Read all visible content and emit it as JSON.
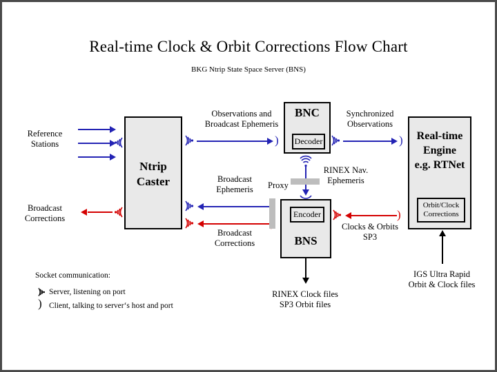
{
  "title": "Real-time Clock & Orbit Corrections Flow Chart",
  "subtitle": "BKG Ntrip State Space Server  (BNS)",
  "colors": {
    "blue": "#2323b4",
    "red": "#d40000",
    "black": "#000000",
    "box_fill": "#e9e9e9",
    "proxy_gray": "#bdbdbd",
    "frame": "#4a4a4a"
  },
  "boxes": {
    "ntrip_caster": {
      "line1": "Ntrip",
      "line2": "Caster"
    },
    "bnc": {
      "title": "BNC",
      "inner": "Decoder"
    },
    "bns": {
      "title": "BNS",
      "inner": "Encoder"
    },
    "rt_engine": {
      "line1": "Real-time",
      "line2": "Engine",
      "line3": "e.g. RTNet",
      "inner_line1": "Orbit/Clock",
      "inner_line2": "Corrections"
    }
  },
  "labels": {
    "reference_stations": {
      "line1": "Reference",
      "line2": "Stations"
    },
    "broadcast_corrections_left": {
      "line1": "Broadcast",
      "line2": "Corrections"
    },
    "observations_and_ephemeris": {
      "line1": "Observations and",
      "line2": "Broadcast Ephemeris"
    },
    "synchronized_observations": {
      "line1": "Synchronized",
      "line2": "Observations"
    },
    "broadcast_ephemeris": {
      "line1": "Broadcast",
      "line2": "Ephemeris"
    },
    "broadcast_corrections_mid": {
      "line1": "Broadcast",
      "line2": "Corrections"
    },
    "proxy": "Proxy",
    "rinex_nav_ephemeris": {
      "line1": "RINEX Nav.",
      "line2": "Ephemeris"
    },
    "clocks_orbits_sp3": {
      "line1": "Clocks & Orbits",
      "line2": "SP3"
    },
    "rinex_clock_files": {
      "line1": "RINEX Clock files",
      "line2": "SP3 Orbit files"
    },
    "igs_ultra_rapid": {
      "line1": "IGS Ultra Rapid",
      "line2": "Orbit & Clock files"
    }
  },
  "legend": {
    "heading": "Socket communication:",
    "server_text": "Server, listening on port",
    "client_text": "Client, talking to server‘s host and port",
    "server_icon": "server-socket-icon",
    "client_icon": "client-socket-icon"
  }
}
